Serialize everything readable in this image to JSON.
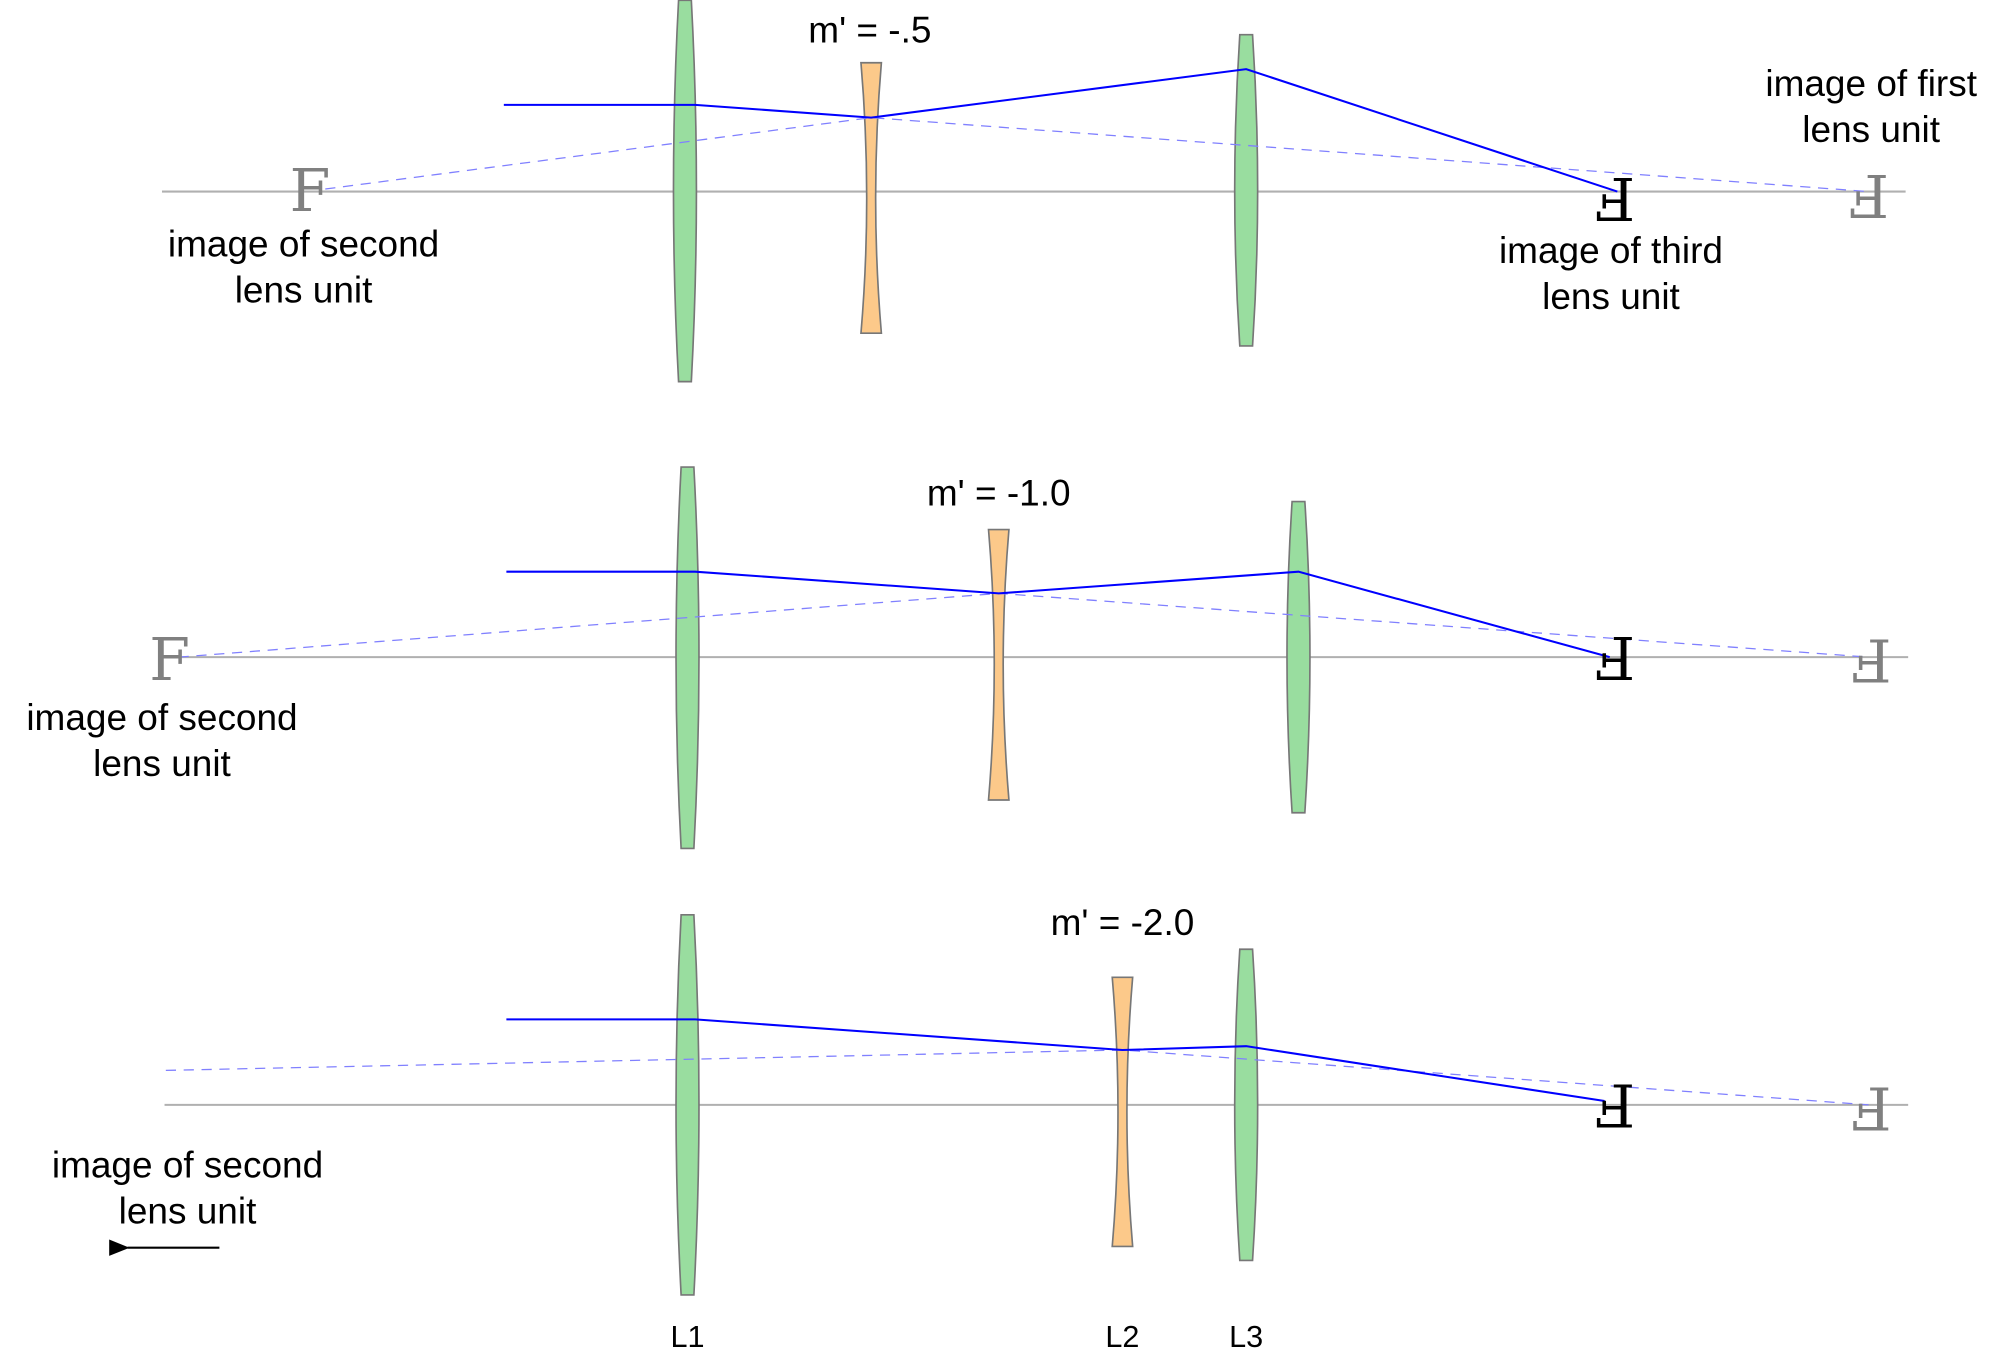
{
  "panels": [
    {
      "magnification": "m' = -.5",
      "labels": {
        "image_second_line1": "image of second",
        "image_second_line2": "lens unit",
        "image_third_line1": "image of third",
        "image_third_line2": "lens unit",
        "image_first_line1": "image of first",
        "image_first_line2": "lens unit"
      }
    },
    {
      "magnification": "m' = -1.0",
      "labels": {
        "image_second_line1": "image of second",
        "image_second_line2": "lens unit"
      }
    },
    {
      "magnification": "m' = -2.0",
      "labels": {
        "image_second_line1": "image of second",
        "image_second_line2": "lens unit"
      }
    }
  ],
  "focal_glyph": "F",
  "lens_names": [
    "L1",
    "L2",
    "L3"
  ],
  "colors": {
    "ray": "#0000ff",
    "dashed": "#8080ff",
    "axis": "#b0b0b0",
    "convex": "#99dd9f",
    "concave": "#fcc98a",
    "outline": "#777777"
  }
}
